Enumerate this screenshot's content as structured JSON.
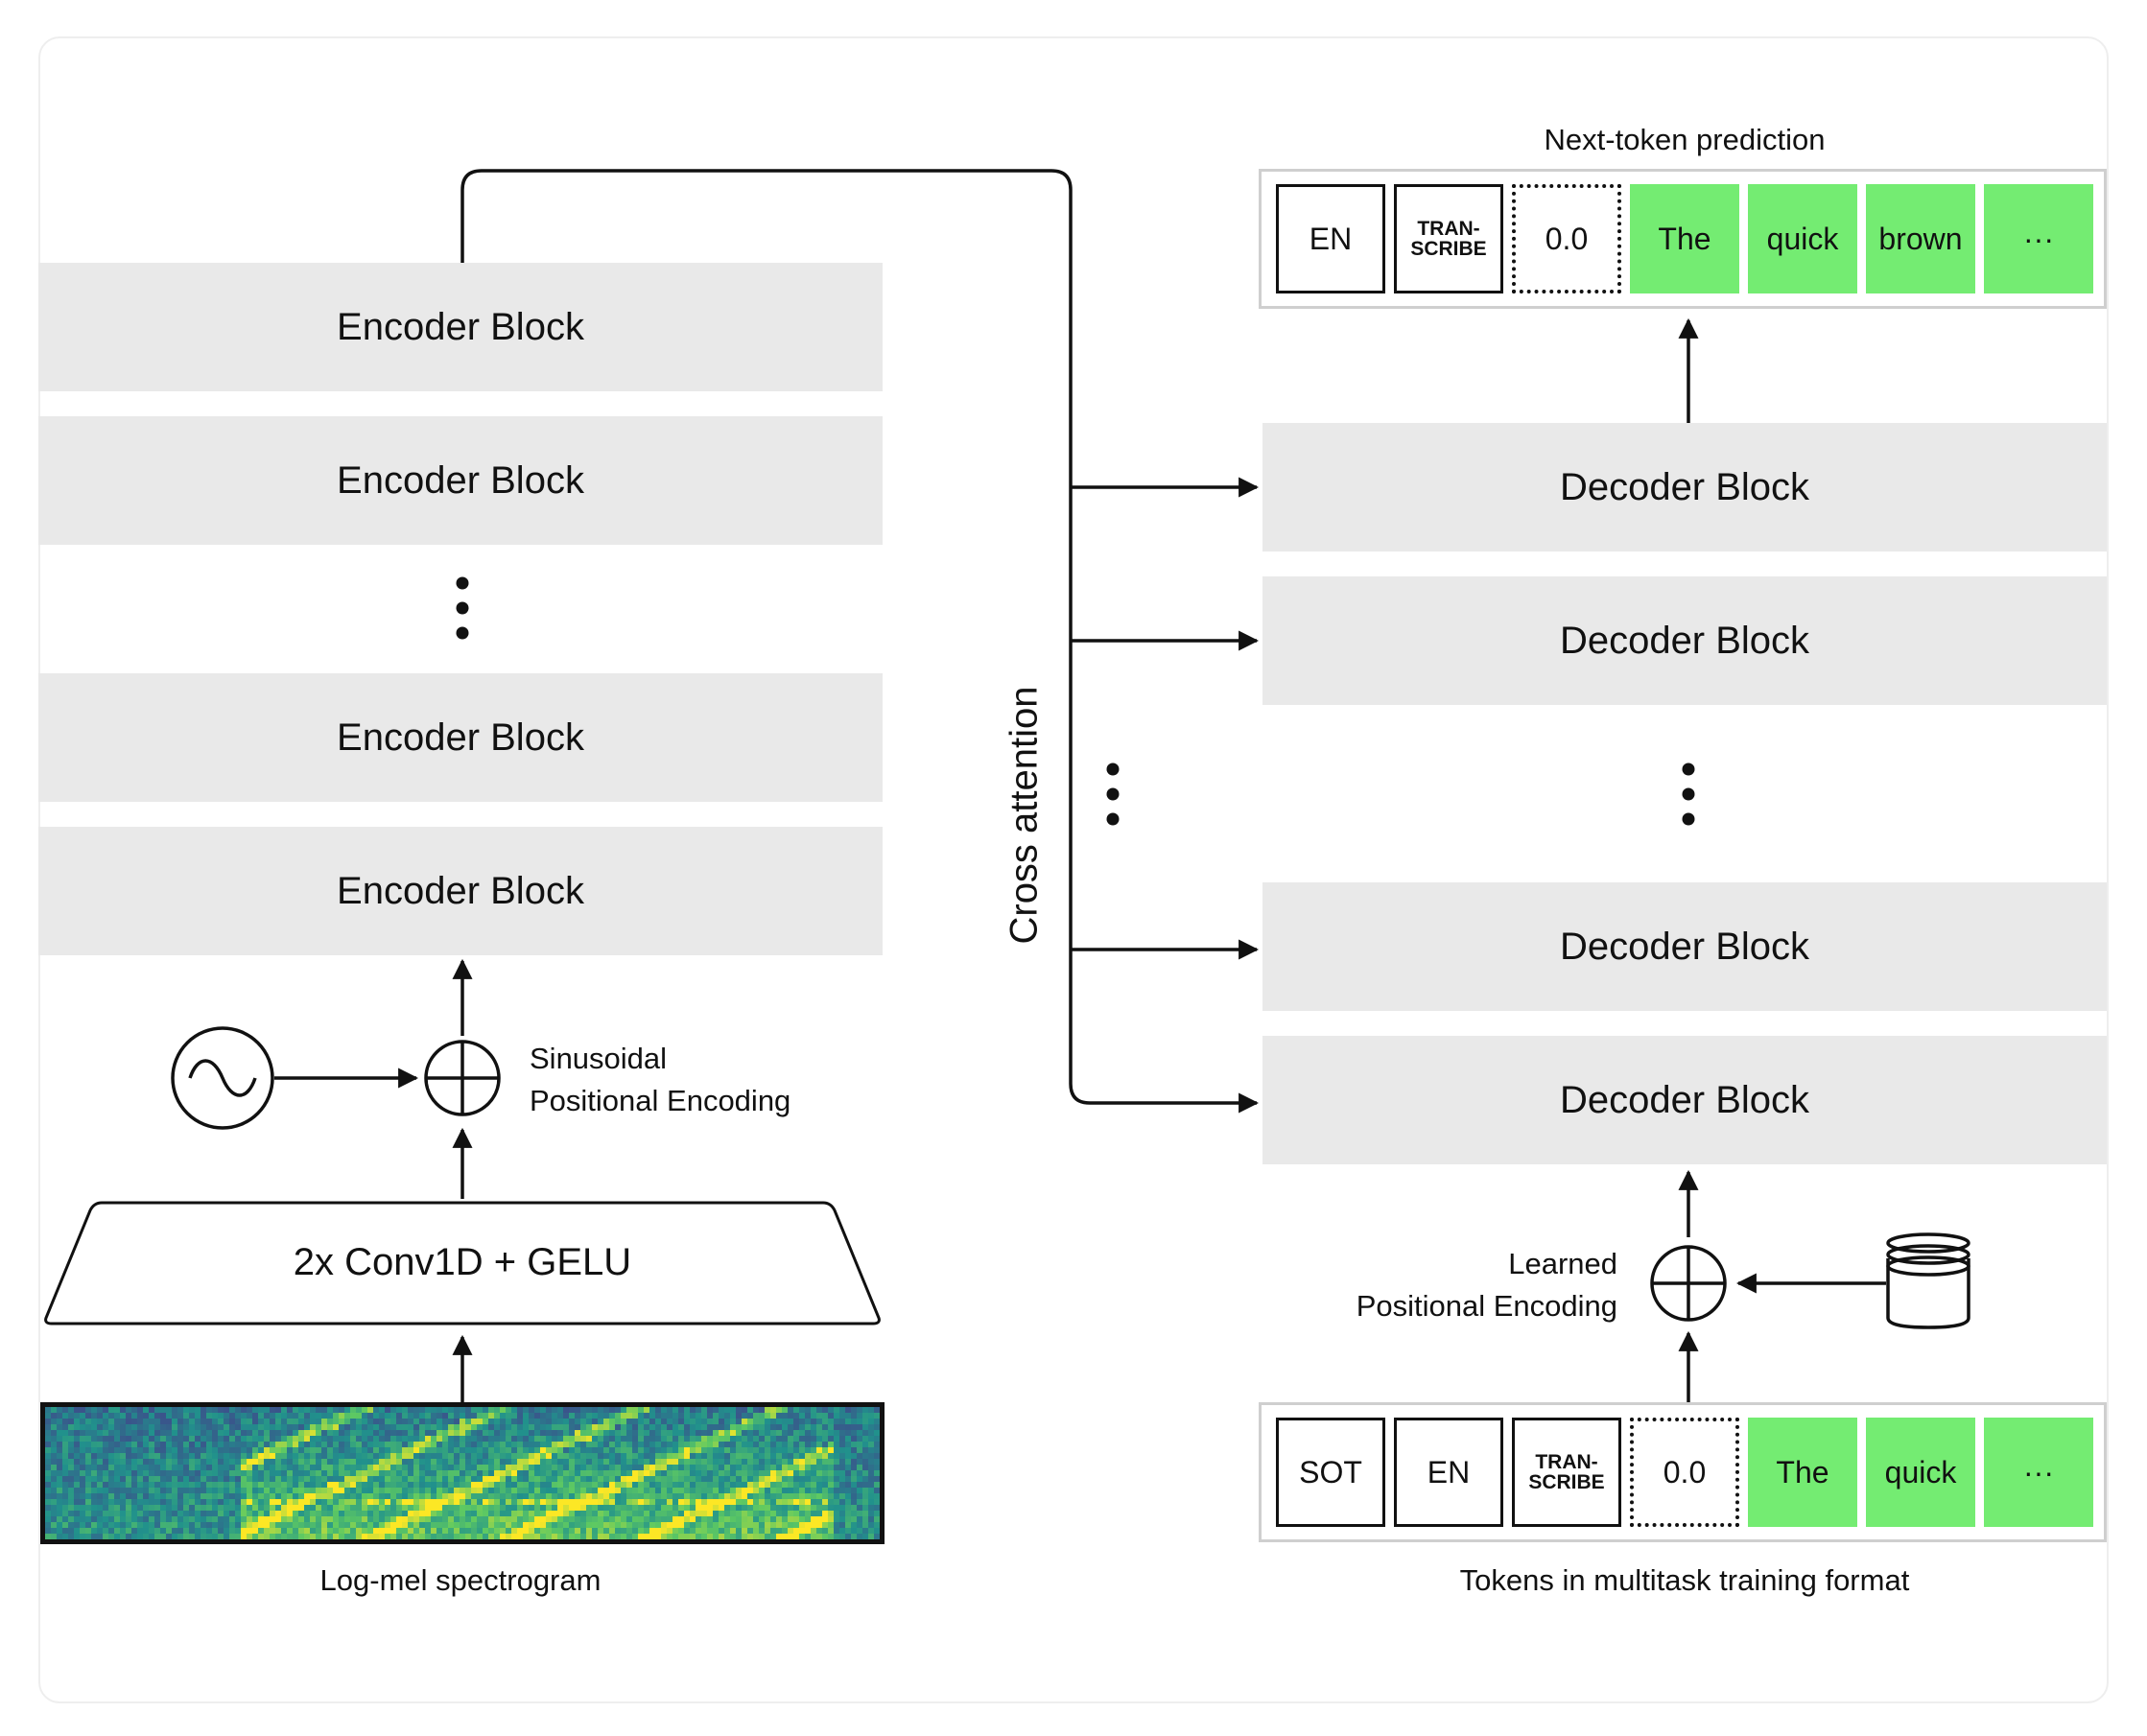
{
  "encoder": {
    "blocks": [
      "Encoder Block",
      "Encoder Block",
      "Encoder Block",
      "Encoder Block"
    ],
    "conv_label": "2x Conv1D + GELU",
    "pos_enc_line1": "Sinusoidal",
    "pos_enc_line2": "Positional Encoding",
    "spectrogram_caption": "Log-mel spectrogram"
  },
  "cross_attention_label": "Cross attention",
  "decoder": {
    "blocks": [
      "Decoder Block",
      "Decoder Block",
      "Decoder Block",
      "Decoder Block"
    ],
    "pos_enc_line1": "Learned",
    "pos_enc_line2": "Positional Encoding"
  },
  "output_tokens": {
    "title": "Next-token prediction",
    "tokens": [
      "EN",
      "TRAN-\nSCRIBE",
      "0.0",
      "The",
      "quick",
      "brown",
      "···"
    ]
  },
  "input_tokens": {
    "caption": "Tokens in multitask training format",
    "tokens": [
      "SOT",
      "EN",
      "TRAN-\nSCRIBE",
      "0.0",
      "The",
      "quick",
      "···"
    ]
  },
  "colors": {
    "block_fill": "#e9e9e9",
    "token_green": "#74ec72",
    "line": "#111111"
  },
  "icons": [
    "sine-wave-icon",
    "plus-circle-icon",
    "database-icon",
    "ellipsis-vertical-icon",
    "arrow-icon"
  ]
}
